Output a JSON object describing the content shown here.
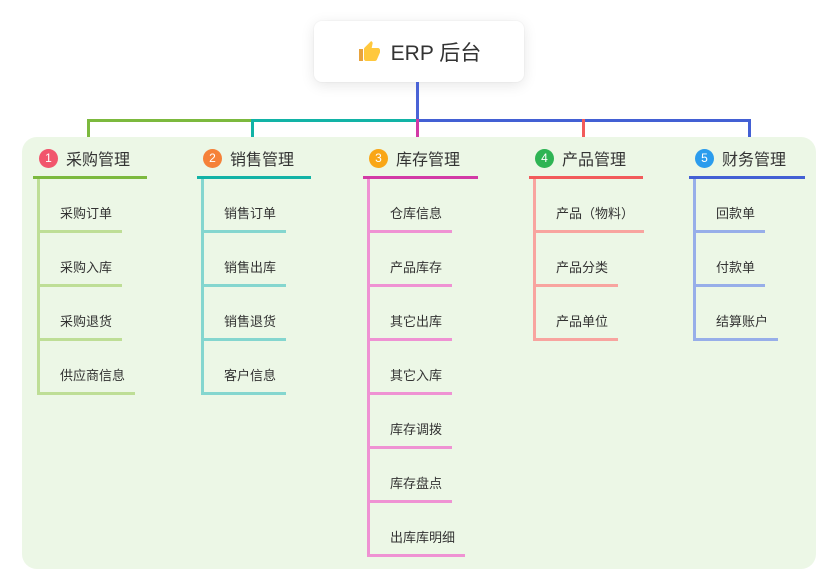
{
  "root": {
    "title": "ERP 后台",
    "icon": "thumbs-up-icon"
  },
  "connector": {
    "stem_color": "#4a63d6"
  },
  "panel": {
    "background": "#ecf7e6"
  },
  "branches": [
    {
      "num": "1",
      "title": "采购管理",
      "badge_color": "#f1556c",
      "line_color": "#7cb93e",
      "light_color": "#bede96",
      "children": [
        "采购订单",
        "采购入库",
        "采购退货",
        "供应商信息"
      ]
    },
    {
      "num": "2",
      "title": "销售管理",
      "badge_color": "#f58138",
      "line_color": "#12b3a6",
      "light_color": "#84d6cf",
      "children": [
        "销售订单",
        "销售出库",
        "销售退货",
        "客户信息"
      ]
    },
    {
      "num": "3",
      "title": "库存管理",
      "badge_color": "#f9a617",
      "line_color": "#d23aa6",
      "light_color": "#ef92d3",
      "children": [
        "仓库信息",
        "产品库存",
        "其它出库",
        "其它入库",
        "库存调拨",
        "库存盘点",
        "出库库明细"
      ]
    },
    {
      "num": "4",
      "title": "产品管理",
      "badge_color": "#2eb454",
      "line_color": "#f25b5b",
      "light_color": "#f8a49f",
      "children": [
        "产品（物料）",
        "产品分类",
        "产品单位"
      ]
    },
    {
      "num": "5",
      "title": "财务管理",
      "badge_color": "#2b9ced",
      "line_color": "#4360d4",
      "light_color": "#97aee9",
      "children": [
        "回款单",
        "付款单",
        "结算账户"
      ]
    }
  ]
}
